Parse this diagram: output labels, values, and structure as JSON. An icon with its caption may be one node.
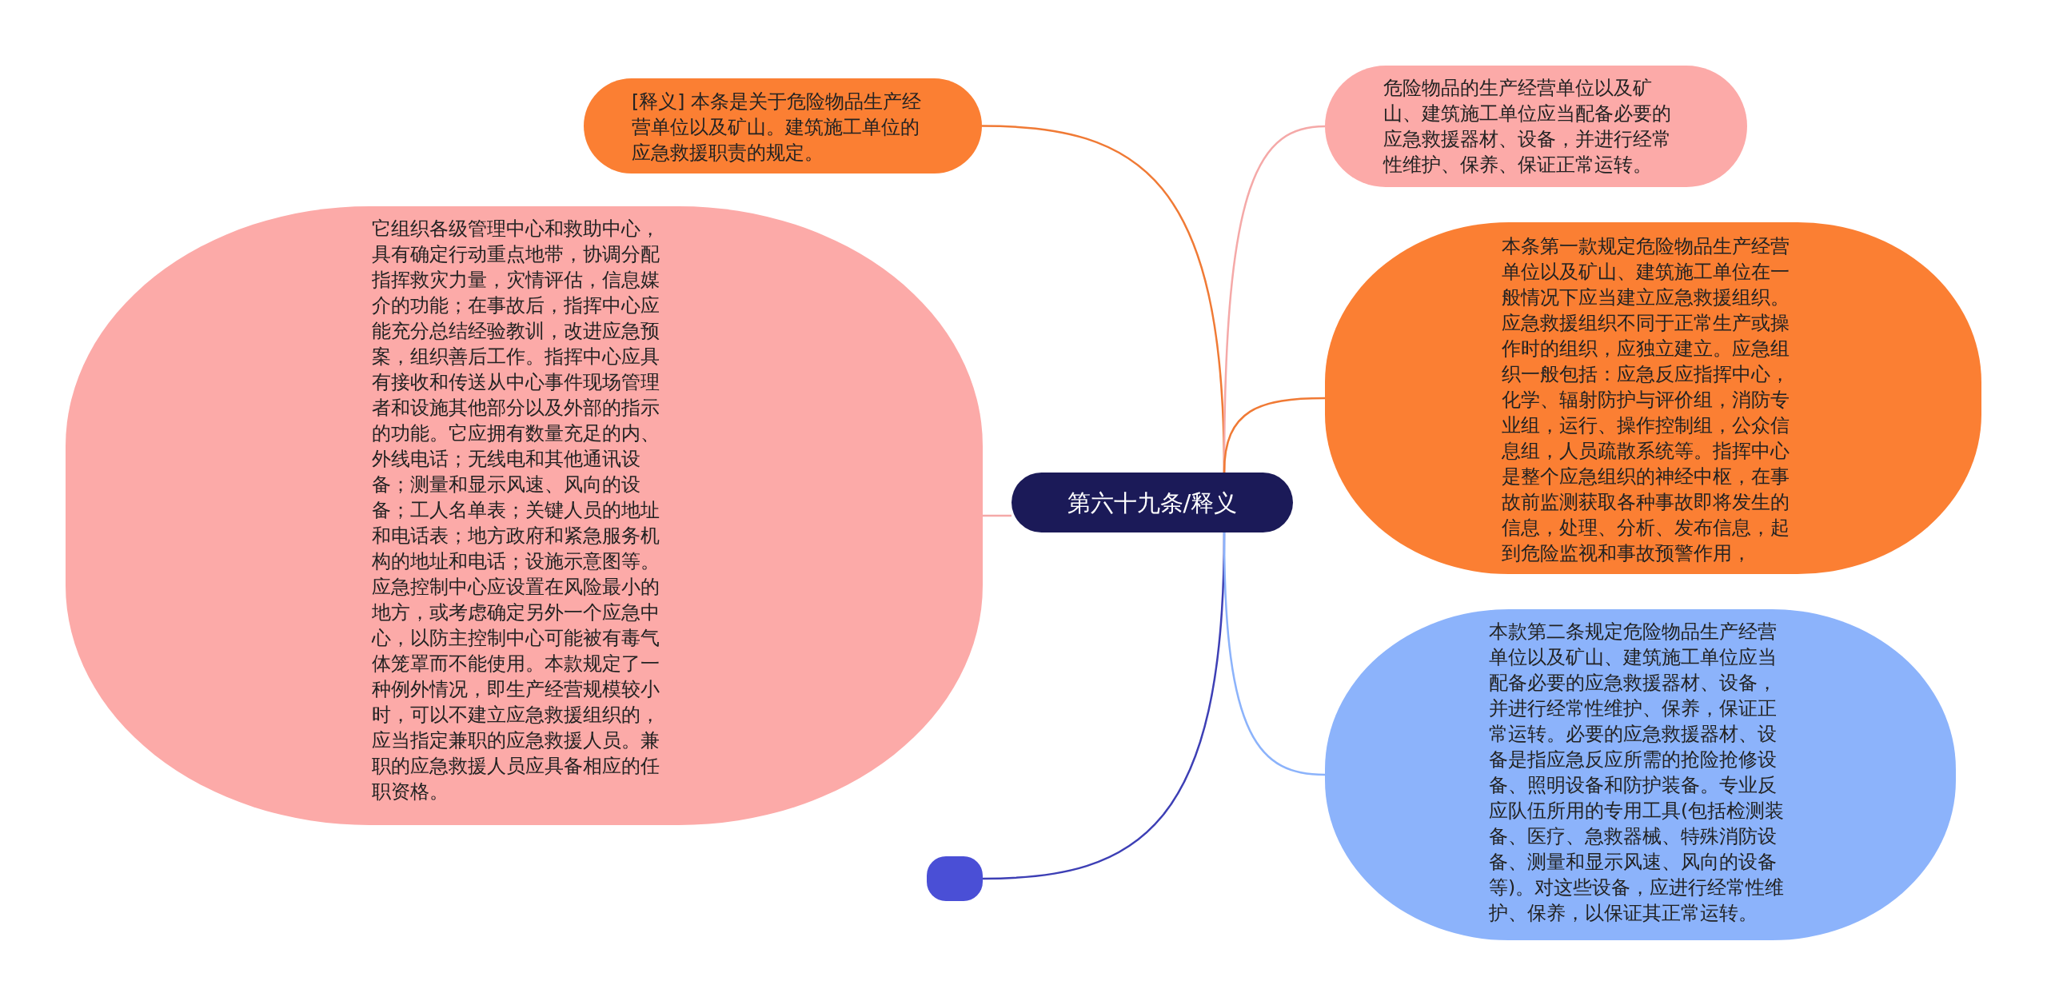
{
  "diagram": {
    "nodes": [
      {
        "text": [
          "第六十九条/释义"
        ]
      },
      {
        "text": [
          "[释义] 本条是关于危险物品生产经营单位以及矿山。建筑施工单位的应急救援职责的规定。"
        ]
      },
      {
        "text": [
          "它组织各级管理中心和救助中心，具有确定行动重点地带，协调分配指挥救灾力量，灾情评估，信息媒介的功能；在事故后，指挥中心应能充分总结经验教训，改进应急预案，组织善后工作。指挥中心应具有接收和传送从中心事件现场管理者和设施其他部分以及外部的指示的功能。它应拥有数量充足的内、外线电话；无线电和其他通讯设备；测量和显示风速、风向的设备；工人名单表；关键人员的地址和电话表；地方政府和紧急服务机构的地址和电话；设施示意图等。应急控制中心应设置在风险最小的地方，或考虑确定另外一个应急中心，以防主控制中心可能被有毒气体笼罩而不能使用。本款规定了一种例外情况，即生产经营规模较小时，可以不建立应急救援组织的，应当指定兼职的应急救援人员。兼职的应急救援人员应具备相应的任职资格。"
        ]
      },
      {
        "text": [],
        "shape": "box"
      },
      {
        "text": [
          "危险物品的生产经营单位以及矿山、建筑施工单位应当配备必要的应急救援器材、设备，并进行经常性维护、保养、保证正常运转。"
        ]
      },
      {
        "text": [
          "本条第一款规定危险物品生产经营单位以及矿山、建筑施工单位在一般情况下应当建立应急救援组织。应急救援组织不同于正常生产或操作时的组织，应独立建立。应急组织一般包括：应急反应指挥中心，化学、辐射防护与评价组，消防专业组，运行、操作控制组，公众信息组，人员疏散系统等。指挥中心是整个应急组织的神经中枢，在事故前监测获取各种事故即将发生的信息，处理、分析、发布信息，起到危险监视和事故预警作用，"
        ]
      },
      {
        "text": [
          "本款第二条规定危险物品生产经营单位以及矿山、建筑施工单位应当配备必要的应急救援器材、设备，并进行经常性维护、保养，保证正常运转。必要的应急救援器材、设备是指应急反应所需的抢险抢修设备、照明设备和防护装备。专业反应队伍所用的专用工具(包括检测装备、医疗、急救器械、特殊消防设备、测量和显示风速、风向的设备等)。对这些设备，应进行经常性维护、保养，以保证其正常运转。"
        ]
      }
    ],
    "edges": [
      {
        "from": 0,
        "to": 1,
        "arrow": "none",
        "color": "#f07a35"
      },
      {
        "from": 0,
        "to": 2,
        "arrow": "none",
        "color": "#f5a9a8"
      },
      {
        "from": 0,
        "to": 3,
        "arrow": "none",
        "color": "#3d3fb5"
      },
      {
        "from": 0,
        "to": 4,
        "arrow": "none",
        "color": "#f5a9a8"
      },
      {
        "from": 0,
        "to": 5,
        "arrow": "none",
        "color": "#f07a35"
      },
      {
        "from": 0,
        "to": 6,
        "arrow": "none",
        "color": "#8cb3fb"
      }
    ]
  }
}
